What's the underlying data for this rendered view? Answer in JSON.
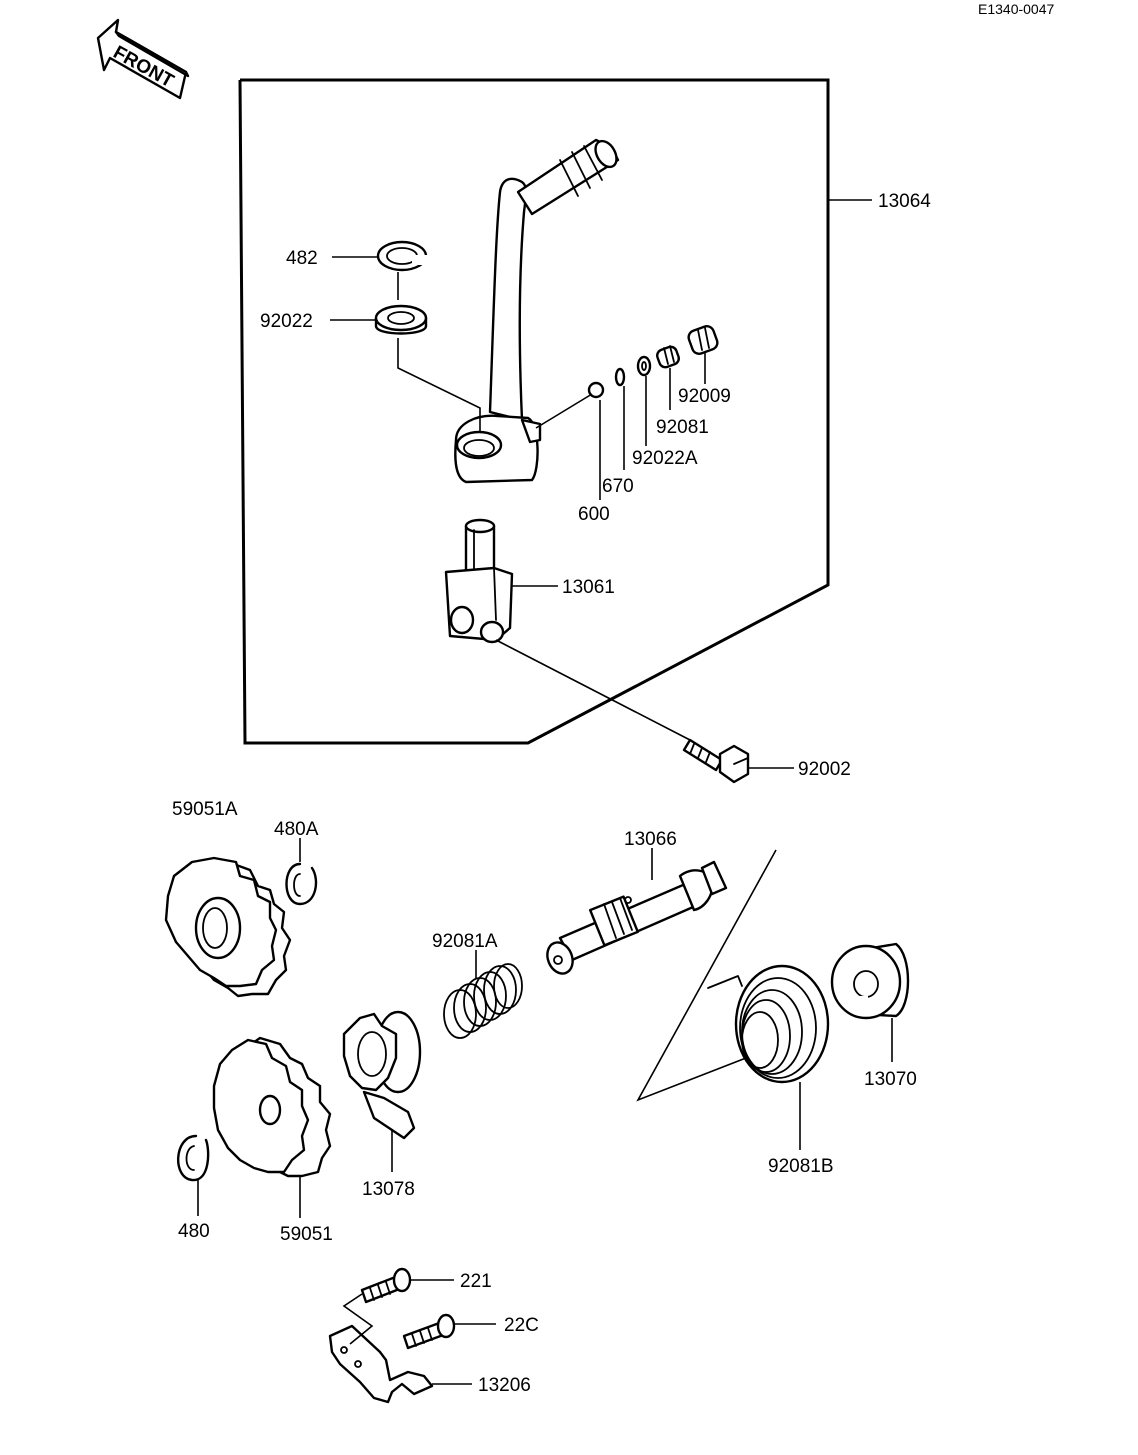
{
  "diagram_code": "E1340-0047",
  "front_arrow_label": "FRONT",
  "labels": {
    "l13064": "13064",
    "l482": "482",
    "l92022": "92022",
    "l92009": "92009",
    "l92081": "92081",
    "l92022A": "92022A",
    "l670": "670",
    "l600": "600",
    "l13061": "13061",
    "l92002": "92002",
    "l59051A": "59051A",
    "l480A": "480A",
    "l13066": "13066",
    "l92081A": "92081A",
    "l13070": "13070",
    "l92081B": "92081B",
    "l13078": "13078",
    "l480": "480",
    "l59051": "59051",
    "l221": "221",
    "l220": "22C",
    "l13206": "13206"
  }
}
